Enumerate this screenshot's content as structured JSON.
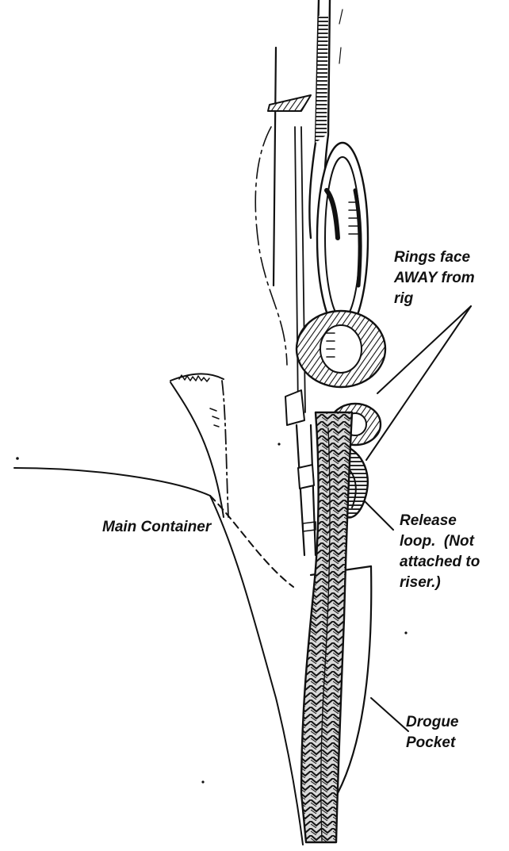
{
  "labels": {
    "rings": "Rings face\nAWAY from\nrig",
    "release": "Release\nloop.  (Not\nattached to\nriser.)",
    "main_container": "Main Container",
    "drogue": "Drogue\nPocket"
  },
  "colors": {
    "ink": "#111111",
    "background": "#ffffff"
  }
}
